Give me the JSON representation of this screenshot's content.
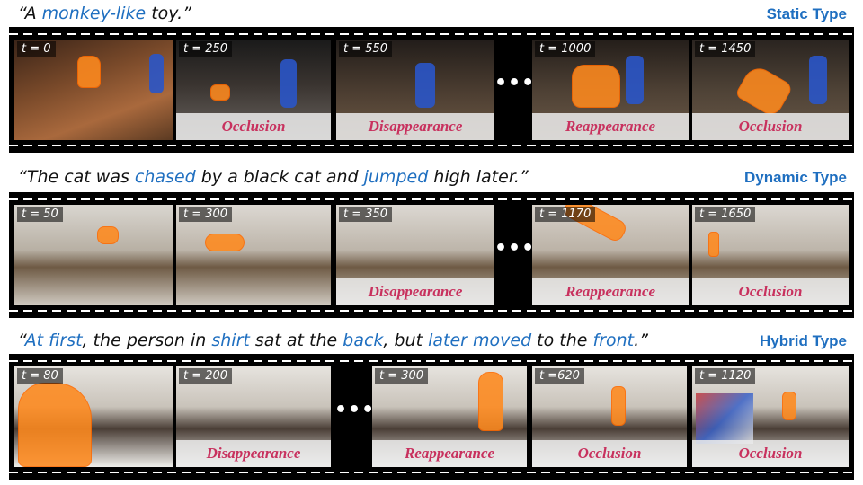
{
  "rows": [
    {
      "caption": [
        "“A ",
        "monkey-like",
        " toy.”"
      ],
      "type": "Static Type",
      "frames": [
        {
          "t": "t = 0",
          "event": ""
        },
        {
          "t": "t = 250",
          "event": "Occlusion"
        },
        {
          "t": "t = 550",
          "event": "Disappearance"
        },
        {
          "t": "t = 1000",
          "event": "Reappearance"
        },
        {
          "t": "t = 1450",
          "event": "Occlusion"
        }
      ],
      "dots": "•••"
    },
    {
      "caption": [
        "“The cat was ",
        "chased",
        " by a black cat and ",
        "jumped",
        " high later.”"
      ],
      "type": "Dynamic Type",
      "frames": [
        {
          "t": "t = 50",
          "event": ""
        },
        {
          "t": "t = 300",
          "event": ""
        },
        {
          "t": "t = 350",
          "event": "Disappearance"
        },
        {
          "t": "t = 1170",
          "event": "Reappearance"
        },
        {
          "t": "t = 1650",
          "event": "Occlusion"
        }
      ],
      "dots": "•••"
    },
    {
      "caption": [
        "“",
        "At first",
        ", the person in ",
        "shirt",
        " sat at the ",
        "back",
        ", but ",
        "later moved",
        " to the ",
        "front",
        ".”"
      ],
      "type": "Hybrid Type",
      "frames": [
        {
          "t": "t = 80",
          "event": ""
        },
        {
          "t": "t = 200",
          "event": "Disappearance"
        },
        {
          "t": "t = 300",
          "event": "Reappearance"
        },
        {
          "t": "t =620",
          "event": "Occlusion"
        },
        {
          "t": "t = 1120",
          "event": "Occlusion"
        }
      ],
      "dots": "•••"
    }
  ]
}
